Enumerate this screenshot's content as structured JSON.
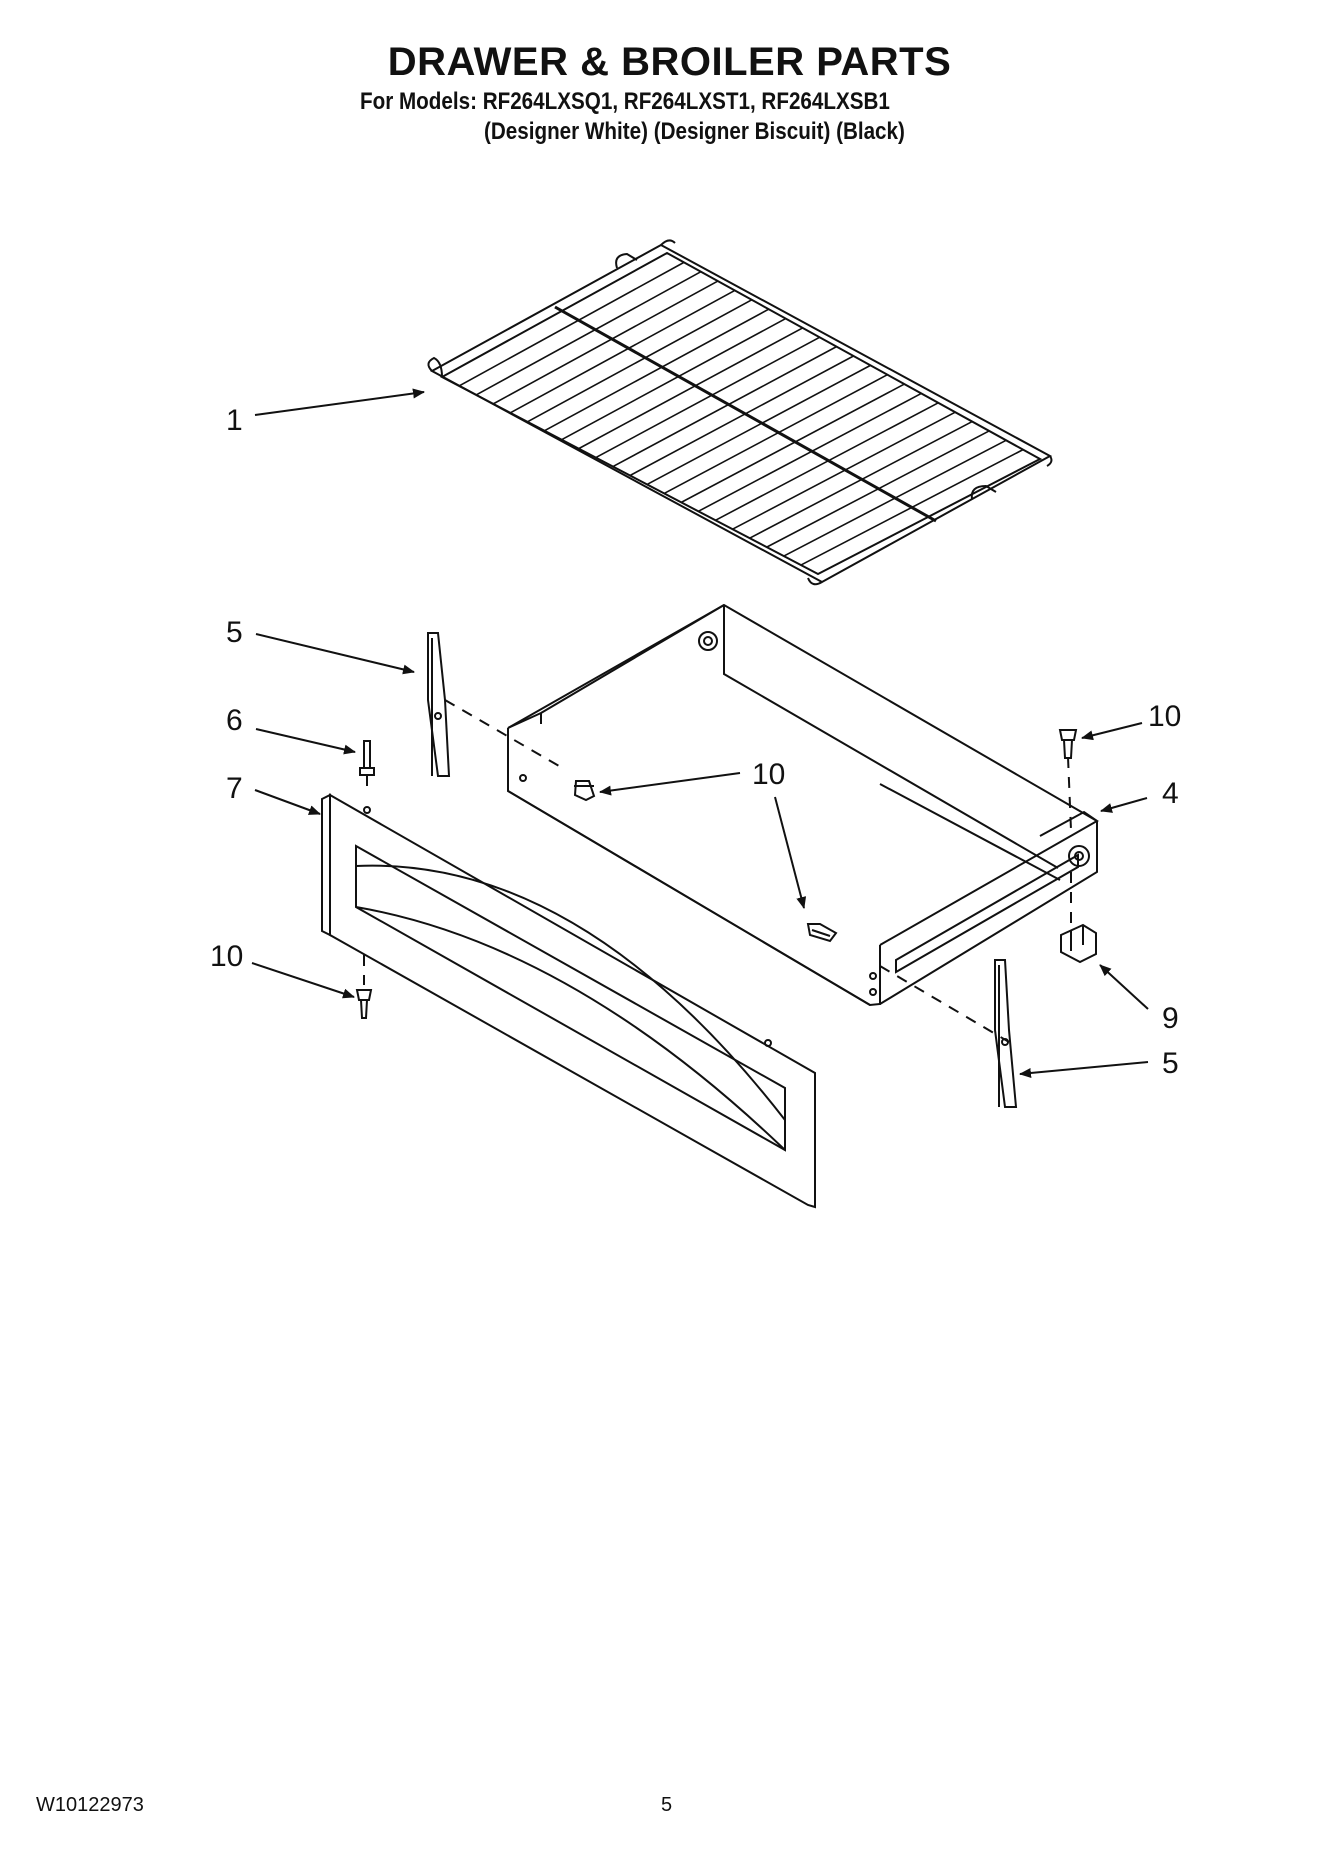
{
  "header": {
    "title": "DRAWER & BROILER PARTS",
    "models_line": "For Models: RF264LXSQ1, RF264LXST1, RF264LXSB1",
    "variants_line": "(Designer White) (Designer Biscuit) (Black)"
  },
  "callouts": {
    "rack": "1",
    "drawer": "4",
    "slide_left": "5",
    "slide_right": "5",
    "stud": "6",
    "panel": "7",
    "clip": "9",
    "screw_side": "10",
    "screw_top": "10",
    "screw_panel": "10"
  },
  "footer": {
    "doc_number": "W10122973",
    "page_number": "5"
  }
}
